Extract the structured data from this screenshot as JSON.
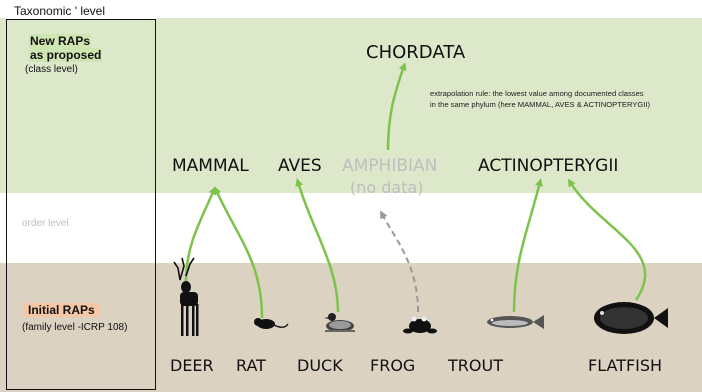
{
  "header": {
    "title": "Taxonomic  ' level"
  },
  "rows": {
    "new_raps_line1": "New RAPs",
    "new_raps_line2": "as proposed",
    "class_level": "(class level)",
    "order_level": "order level",
    "initial_raps": "Initial RAPs",
    "family_level": "(family level -ICRP 108)"
  },
  "phylum": "CHORDATA",
  "classes": {
    "mammal": "MAMMAL",
    "aves": "AVES",
    "amphibian": "AMPHIBIAN",
    "amphibian_note": "(no data)",
    "actinopterygii": "ACTINOPTERYGII"
  },
  "note": {
    "line1": "extrapolation rule: the lowest value among documented classes",
    "line2": "in the same phylum (here MAMMAL, AVES & ACTINOPTERYGII)"
  },
  "species": {
    "deer": "DEER",
    "rat": "RAT",
    "duck": "DUCK",
    "frog": "FROG",
    "trout": "TROUT",
    "flatfish": "FLATFISH"
  },
  "colors": {
    "green_band": "#dde7c9",
    "tan_band": "#dbd2c2",
    "arrow_green": "#7cc34a",
    "arrow_gray": "#999999",
    "initial_highlight": "#f5c7a5"
  }
}
